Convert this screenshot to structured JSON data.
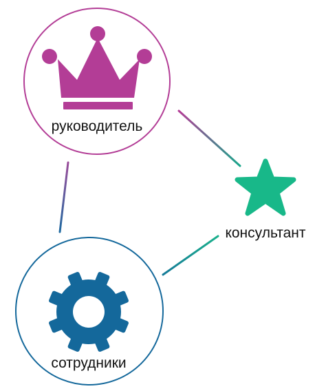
{
  "nodes": {
    "manager": {
      "label": "руководитель",
      "icon": "crown-icon",
      "color": "#b33d96"
    },
    "consultant": {
      "label": "консультант",
      "icon": "star-icon",
      "color": "#18b889"
    },
    "employees": {
      "label": "сотрудники",
      "icon": "gear-icon",
      "color": "#14689b"
    }
  },
  "connectors": [
    {
      "from": "manager",
      "to": "consultant"
    },
    {
      "from": "manager",
      "to": "employees"
    },
    {
      "from": "employees",
      "to": "consultant"
    }
  ]
}
